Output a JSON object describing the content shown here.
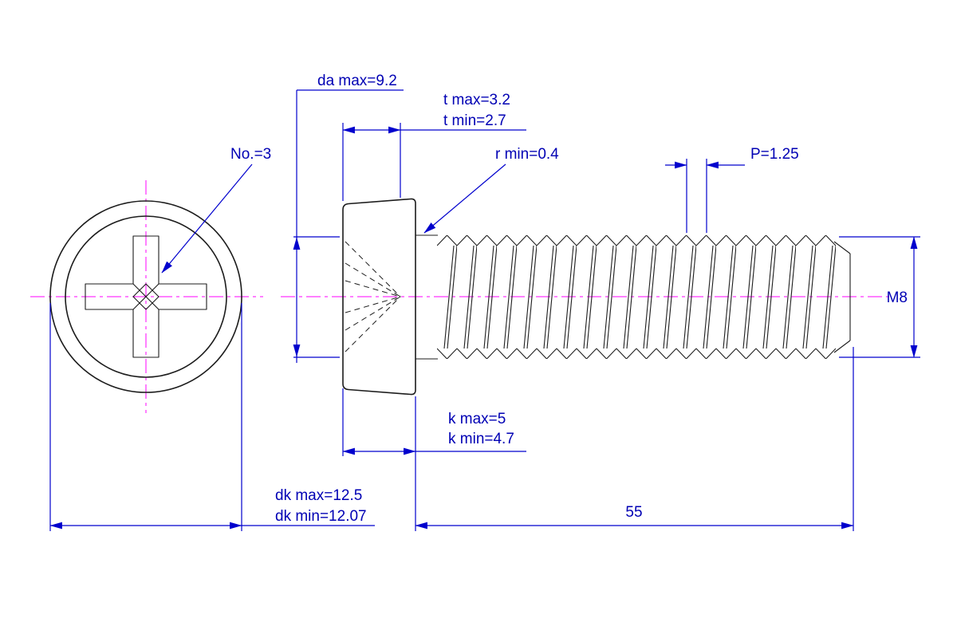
{
  "colors": {
    "background": "#ffffff",
    "outline": "#1c1c1c",
    "dimension": "#0000cd",
    "centerline": "#ff00ff",
    "text_color": "#0000b4"
  },
  "labels": {
    "da_max": "da max=9.2",
    "t_max": "t max=3.2",
    "t_min": "t min=2.7",
    "recess_no": "No.=3",
    "r_min": "r min=0.4",
    "pitch": "P=1.25",
    "thread": "M8",
    "k_max": "k max=5",
    "k_min": "k min=4.7",
    "dk_max": "dk max=12.5",
    "dk_min": "dk min=12.07",
    "length": "55"
  }
}
